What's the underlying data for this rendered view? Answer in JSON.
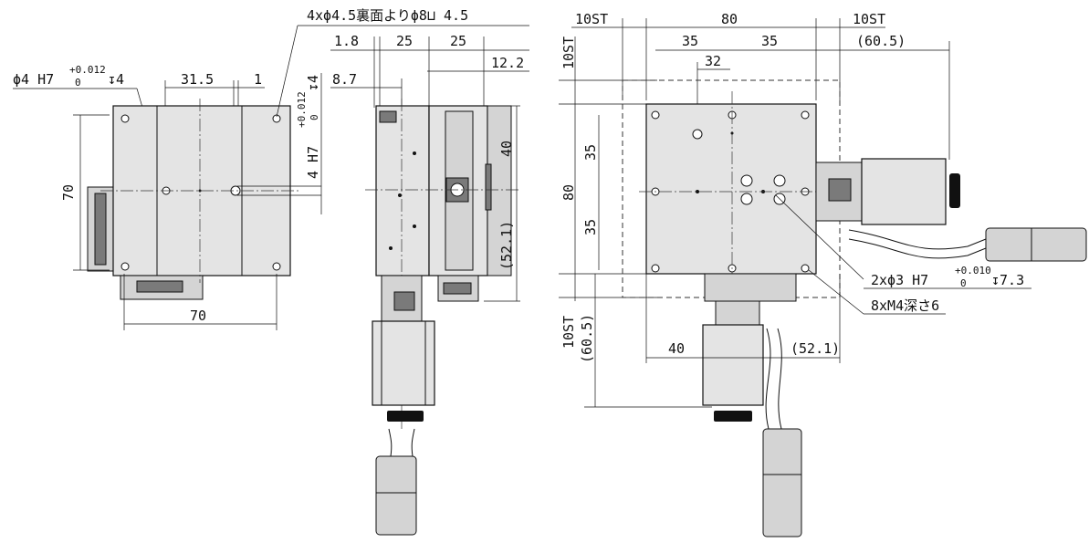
{
  "front_view": {
    "note_pin": "ϕ4 H7",
    "note_pin_tol_upper": "+0.012",
    "note_pin_tol_lower": "0",
    "note_pin_depth": "↧4",
    "dim_31_5": "31.5",
    "dim_1": "1",
    "dim_height": "70",
    "dim_width": "70",
    "side_h7": "4 H7",
    "side_tol_upper": "+0.012",
    "side_tol_lower": "0",
    "side_depth": "↧4"
  },
  "side_view": {
    "note_holes": "4xϕ4.5裏面よりϕ8⊔ 4.5",
    "dim_1_8": "1.8",
    "dim_25a": "25",
    "dim_25b": "25",
    "dim_12_2": "12.2",
    "dim_8_7": "8.7",
    "dim_40": "40",
    "dim_52_1": "(52.1)"
  },
  "top_view": {
    "dim_10st_left": "10ST",
    "dim_80_top": "80",
    "dim_10st_right": "10ST",
    "dim_35a": "35",
    "dim_35b": "35",
    "dim_60_5_top": "(60.5)",
    "dim_32": "32",
    "dim_10st_vert": "10ST",
    "dim_80_left": "80",
    "dim_35_upper": "35",
    "dim_35_lower": "35",
    "dim_10st_lower": "10ST",
    "dim_60_5_lower": "(60.5)",
    "dim_40": "40",
    "dim_52_1": "(52.1)",
    "note_pin": "2xϕ3 H7",
    "note_pin_tol_upper": "+0.010",
    "note_pin_tol_lower": "0",
    "note_pin_depth": "↧7.3",
    "note_tap": "8xM4深さ6"
  }
}
